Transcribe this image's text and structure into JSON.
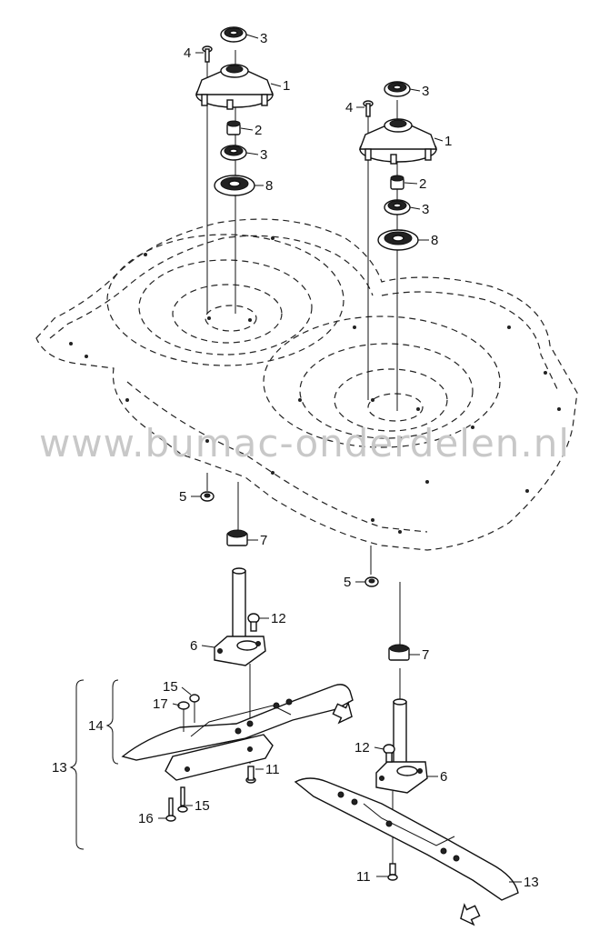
{
  "watermark": "www.bumac-onderdelen.nl",
  "callouts": [
    {
      "id": "c-3-l1",
      "text": "3"
    },
    {
      "id": "c-4-l",
      "text": "4"
    },
    {
      "id": "c-1-l",
      "text": "1"
    },
    {
      "id": "c-2-l",
      "text": "2"
    },
    {
      "id": "c-3-l2",
      "text": "3"
    },
    {
      "id": "c-8-l",
      "text": "8"
    },
    {
      "id": "c-3-r1",
      "text": "3"
    },
    {
      "id": "c-4-r",
      "text": "4"
    },
    {
      "id": "c-1-r",
      "text": "1"
    },
    {
      "id": "c-2-r",
      "text": "2"
    },
    {
      "id": "c-3-r2",
      "text": "3"
    },
    {
      "id": "c-8-r",
      "text": "8"
    },
    {
      "id": "c-5-l",
      "text": "5"
    },
    {
      "id": "c-7-l",
      "text": "7"
    },
    {
      "id": "c-5-r",
      "text": "5"
    },
    {
      "id": "c-12-l",
      "text": "12"
    },
    {
      "id": "c-6-l",
      "text": "6"
    },
    {
      "id": "c-7-r",
      "text": "7"
    },
    {
      "id": "c-15-a",
      "text": "15"
    },
    {
      "id": "c-17",
      "text": "17"
    },
    {
      "id": "c-14",
      "text": "14"
    },
    {
      "id": "c-13-l",
      "text": "13"
    },
    {
      "id": "c-11-l",
      "text": "11"
    },
    {
      "id": "c-12-r",
      "text": "12"
    },
    {
      "id": "c-6-r",
      "text": "6"
    },
    {
      "id": "c-15-b",
      "text": "15"
    },
    {
      "id": "c-16",
      "text": "16"
    },
    {
      "id": "c-11-r",
      "text": "11"
    },
    {
      "id": "c-13-r",
      "text": "13"
    }
  ]
}
